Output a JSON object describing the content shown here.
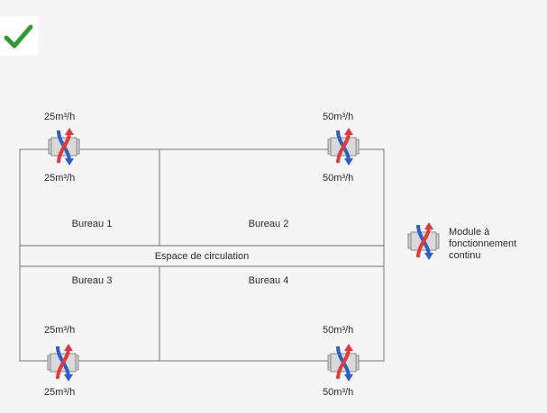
{
  "status": {
    "checkmark_icon": "check-icon",
    "checkmark_color": "#2e9b33"
  },
  "diagram": {
    "flows": {
      "top_left_in": "25m³/h",
      "top_left_out": "25m³/h",
      "top_right_in": "50m³/h",
      "top_right_out": "50m³/h",
      "bottom_left_in": "25m³/h",
      "bottom_left_out": "25m³/h",
      "bottom_right_in": "50m³/h",
      "bottom_right_out": "50m³/h"
    },
    "rooms": {
      "bureau1": "Bureau 1",
      "bureau2": "Bureau 2",
      "bureau3": "Bureau 3",
      "bureau4": "Bureau 4",
      "corridor": "Espace de circulation"
    },
    "legend": {
      "icon": "heat-exchange-module-icon",
      "text": "Module à fonctionnement continu"
    },
    "colors": {
      "warm_arrow": "#e03a3a",
      "cool_arrow": "#2f5fc4",
      "walls": "#8a8a8a"
    }
  }
}
